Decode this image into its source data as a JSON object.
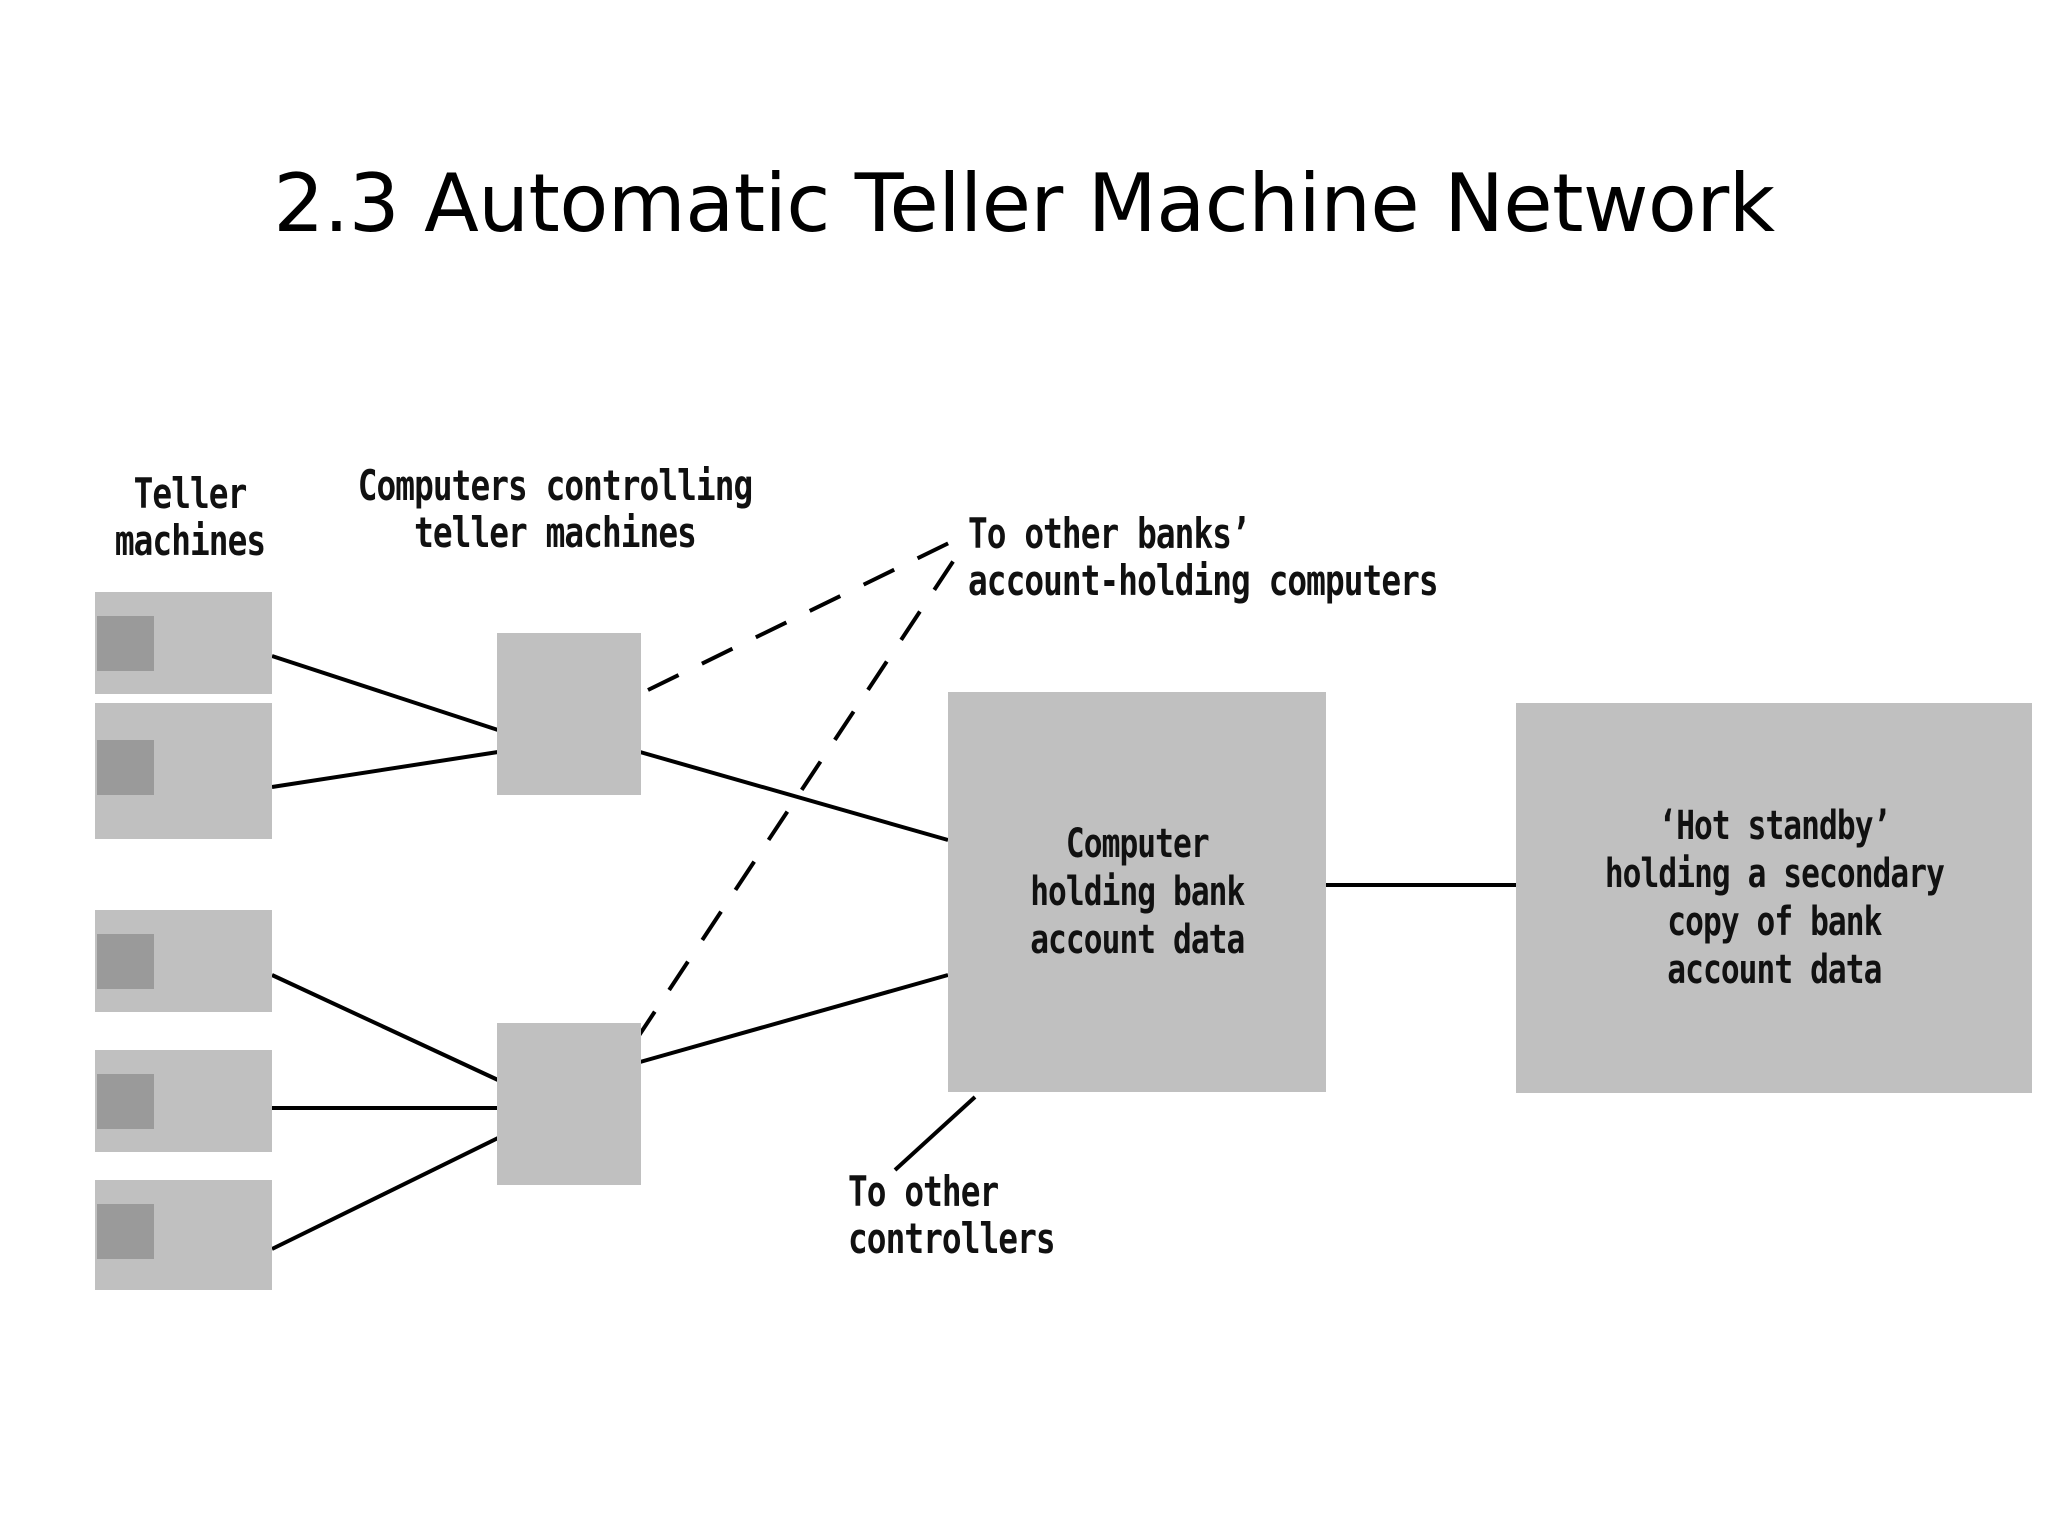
{
  "slide": {
    "title": "2.3 Automatic Teller Machine Network",
    "background_color": "#ffffff"
  },
  "diagram": {
    "type": "network-topology",
    "palette": {
      "box_fill": "#c0c0c0",
      "screen_fill": "#9a9a9a",
      "line_color": "#000000",
      "text_color": "#111111"
    },
    "labels": {
      "teller_machines": "Teller\nmachines",
      "computers_controlling": "Computers controlling\nteller machines",
      "to_other_banks": "To other banks’\naccount-holding computers",
      "to_other_controllers": "To other\ncontrollers"
    },
    "nodes": {
      "teller_machines": [
        {
          "id": "atm-1",
          "name": "teller-machine-1"
        },
        {
          "id": "atm-2",
          "name": "teller-machine-2"
        },
        {
          "id": "atm-3",
          "name": "teller-machine-3"
        },
        {
          "id": "atm-4",
          "name": "teller-machine-4"
        },
        {
          "id": "atm-5",
          "name": "teller-machine-5"
        }
      ],
      "controllers": [
        {
          "id": "ctrl-1",
          "name": "teller-controller-upper"
        },
        {
          "id": "ctrl-2",
          "name": "teller-controller-lower"
        }
      ],
      "servers": [
        {
          "id": "primary",
          "name": "bank-account-computer",
          "text": "Computer\nholding bank\naccount data"
        },
        {
          "id": "standby",
          "name": "hot-standby-computer",
          "text": "‘Hot standby’\nholding a secondary\ncopy of bank\naccount data"
        }
      ]
    },
    "edges": [
      {
        "from": "atm-1",
        "to": "ctrl-1",
        "style": "solid"
      },
      {
        "from": "atm-2",
        "to": "ctrl-1",
        "style": "solid"
      },
      {
        "from": "atm-3",
        "to": "ctrl-2",
        "style": "solid"
      },
      {
        "from": "atm-4",
        "to": "ctrl-2",
        "style": "solid"
      },
      {
        "from": "atm-5",
        "to": "ctrl-2",
        "style": "solid"
      },
      {
        "from": "ctrl-1",
        "to": "primary",
        "style": "solid"
      },
      {
        "from": "ctrl-2",
        "to": "primary",
        "style": "solid"
      },
      {
        "from": "ctrl-1",
        "to": "to-other-banks",
        "style": "dashed"
      },
      {
        "from": "ctrl-2",
        "to": "to-other-banks",
        "style": "dashed"
      },
      {
        "from": "primary",
        "to": "to-other-controllers",
        "style": "solid"
      },
      {
        "from": "primary",
        "to": "standby",
        "style": "solid"
      }
    ]
  }
}
